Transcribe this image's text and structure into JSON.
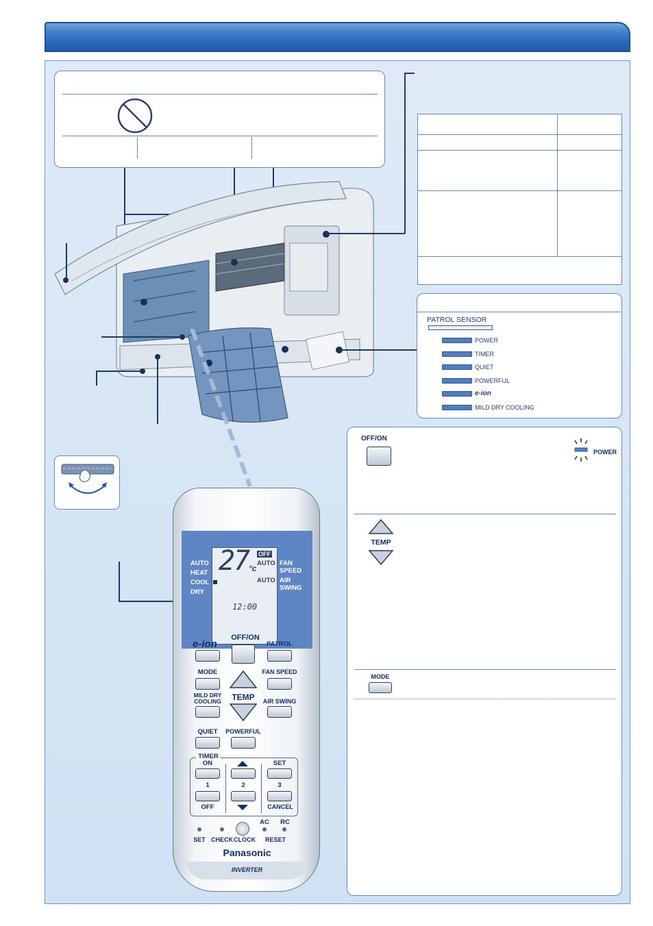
{
  "colors": {
    "panel": "#cfe1f3",
    "accent": "#1d5aa8",
    "remote_lcd": "#5f86c4",
    "indicator": "#4f7fc1"
  },
  "indicator_panel": {
    "title": "PATROL SENSOR",
    "items": [
      "POWER",
      "TIMER",
      "QUIET",
      "POWERFUL",
      "e-ion",
      "MILD DRY COOLING"
    ]
  },
  "remote": {
    "lcd": {
      "modes": [
        "AUTO",
        "HEAT",
        "COOL",
        "DRY"
      ],
      "temp": "27",
      "unit": "°c",
      "off": "OFF",
      "fan_auto": "AUTO",
      "swing_auto": "AUTO",
      "fan_label_1": "FAN",
      "fan_label_2": "SPEED",
      "swing_label_1": "AIR",
      "swing_label_2": "SWING",
      "clock": "12:00"
    },
    "buttons": {
      "eion": "e-ion",
      "offon": "OFF/ON",
      "patrol": "PATROL",
      "mode": "MODE",
      "fan_speed": "FAN SPEED",
      "mild_dry_1": "MILD DRY",
      "mild_dry_2": "COOLING",
      "temp": "TEMP",
      "air_swing": "AIR SWING",
      "quiet": "QUIET",
      "powerful": "POWERFUL"
    },
    "timer": {
      "title": "TIMER",
      "on": "ON",
      "set": "SET",
      "n1": "1",
      "n2": "2",
      "n3": "3",
      "off": "OFF",
      "cancel": "CANCEL"
    },
    "bottom": {
      "ac": "AC",
      "rc": "RC",
      "set": "SET",
      "check": "CHECK",
      "clock": "CLOCK",
      "reset": "RESET"
    },
    "brand": "Panasonic",
    "inverter": "INVERTER"
  },
  "instructions": {
    "offon_label": "OFF/ON",
    "power_label": "POWER",
    "temp_label": "TEMP",
    "mode_label": "MODE"
  }
}
